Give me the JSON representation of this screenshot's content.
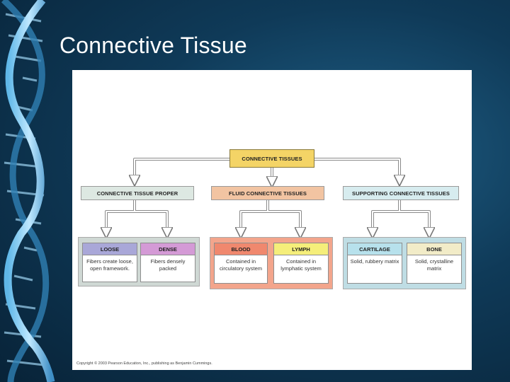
{
  "slide": {
    "title": "Connective Tissue"
  },
  "diagram": {
    "root": "CONNECTIVE TISSUES",
    "groups": [
      {
        "label": "CONNECTIVE TISSUE PROPER",
        "items": [
          {
            "label": "LOOSE",
            "desc": "Fibers create loose, open framework."
          },
          {
            "label": "DENSE",
            "desc": "Fibers densely packed"
          }
        ]
      },
      {
        "label": "FLUID CONNECTIVE TISSUES",
        "items": [
          {
            "label": "BLOOD",
            "desc": "Contained in circulatory system"
          },
          {
            "label": "LYMPH",
            "desc": "Contained in lymphatic system"
          }
        ]
      },
      {
        "label": "SUPPORTING CONNECTIVE TISSUES",
        "items": [
          {
            "label": "CARTILAGE",
            "desc": "Solid, rubbery matrix"
          },
          {
            "label": "BONE",
            "desc": "Solid, crystalline matrix"
          }
        ]
      }
    ],
    "copyright": "Copyright © 2003 Pearson Education, Inc., publishing as Benjamin Cummings."
  },
  "colors": {
    "root_bg": "#f4d466",
    "proper_bg": "#dde8e2",
    "proper_group": "#cfd8d4",
    "loose": "#a9a7d8",
    "dense": "#d49ad6",
    "fluid_bg": "#f2c4a2",
    "fluid_group": "#f3a58c",
    "blood": "#f0886e",
    "lymph": "#f5ee7a",
    "support_bg": "#d7ecef",
    "support_group": "#bfdde4",
    "cartilage": "#b7e1ec",
    "bone": "#f2ecc8"
  }
}
